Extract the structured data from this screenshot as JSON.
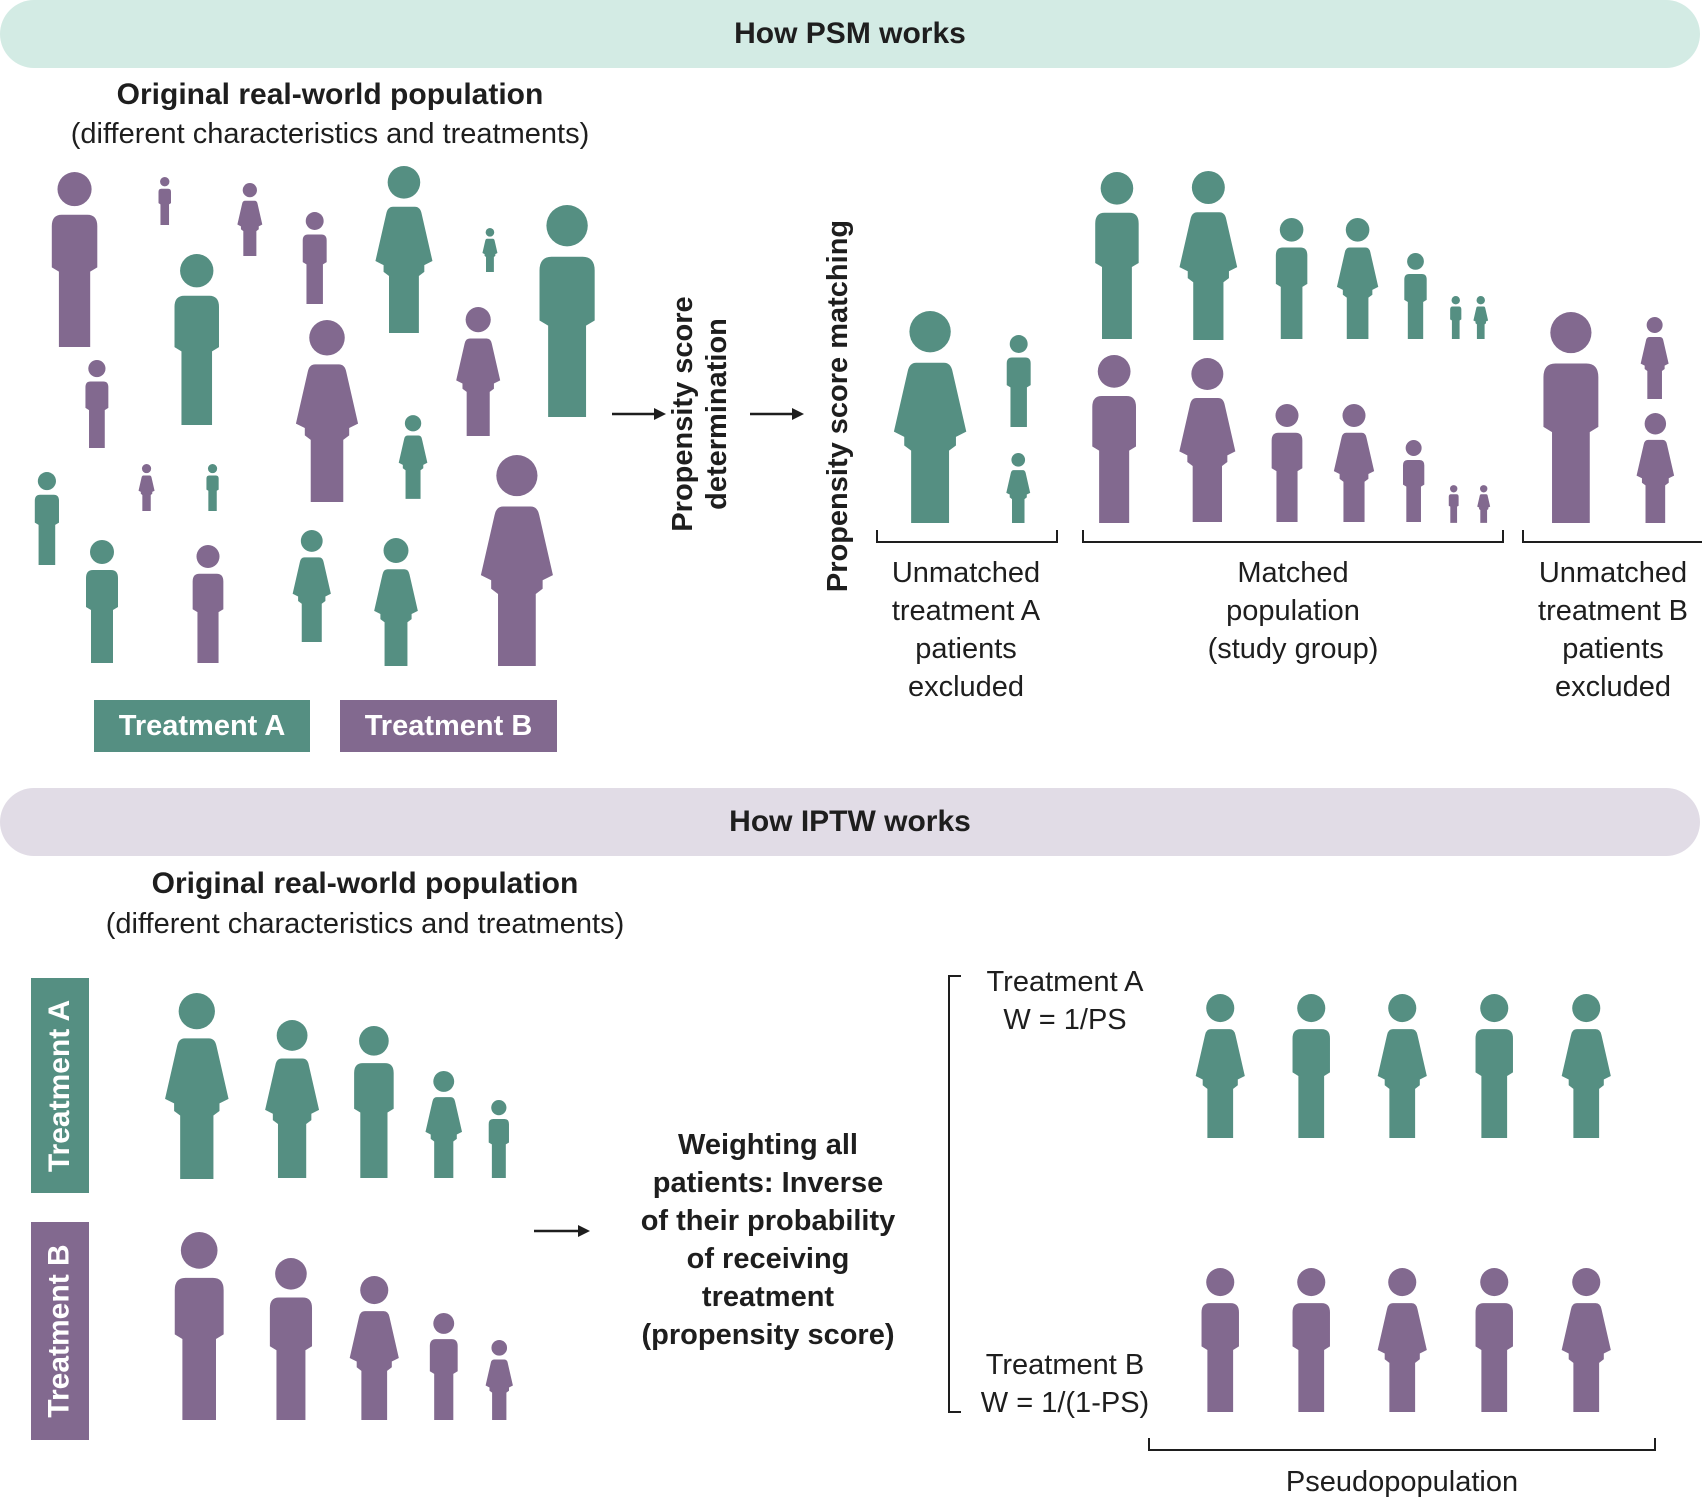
{
  "colors": {
    "treatment_a": "#558f82",
    "treatment_b": "#82698f",
    "psm_banner": "#d3ebe4",
    "iptw_banner": "#e1dce6",
    "line": "#1e1e1e"
  },
  "psm": {
    "banner": "How PSM works",
    "population_title": "Original real-world population",
    "population_subtitle": "(different characteristics and treatments)",
    "legend_a": "Treatment A",
    "legend_b": "Treatment B",
    "step1_line1": "Propensity score",
    "step1_line2": "determination",
    "step2": "Propensity score matching",
    "unmatched_a": [
      "Unmatched",
      "treatment A",
      "patients",
      "excluded"
    ],
    "matched": [
      "Matched",
      "population",
      "(study group)"
    ],
    "unmatched_b": [
      "Unmatched",
      "treatment B",
      "patients",
      "excluded"
    ]
  },
  "iptw": {
    "banner": "How IPTW works",
    "population_title": "Original real-world population",
    "population_subtitle": "(different characteristics and treatments)",
    "side_a": "Treatment A",
    "side_b": "Treatment B",
    "weighting": [
      "Weighting all",
      "patients: Inverse",
      "of their probability",
      "of receiving",
      "treatment",
      "(propensity score)"
    ],
    "weight_a_label": "Treatment A",
    "weight_a_formula": "W = 1/PS",
    "weight_b_label": "Treatment B",
    "weight_b_formula": "W = 1/(1-PS)",
    "pseudopopulation": "Pseudopopulation"
  }
}
